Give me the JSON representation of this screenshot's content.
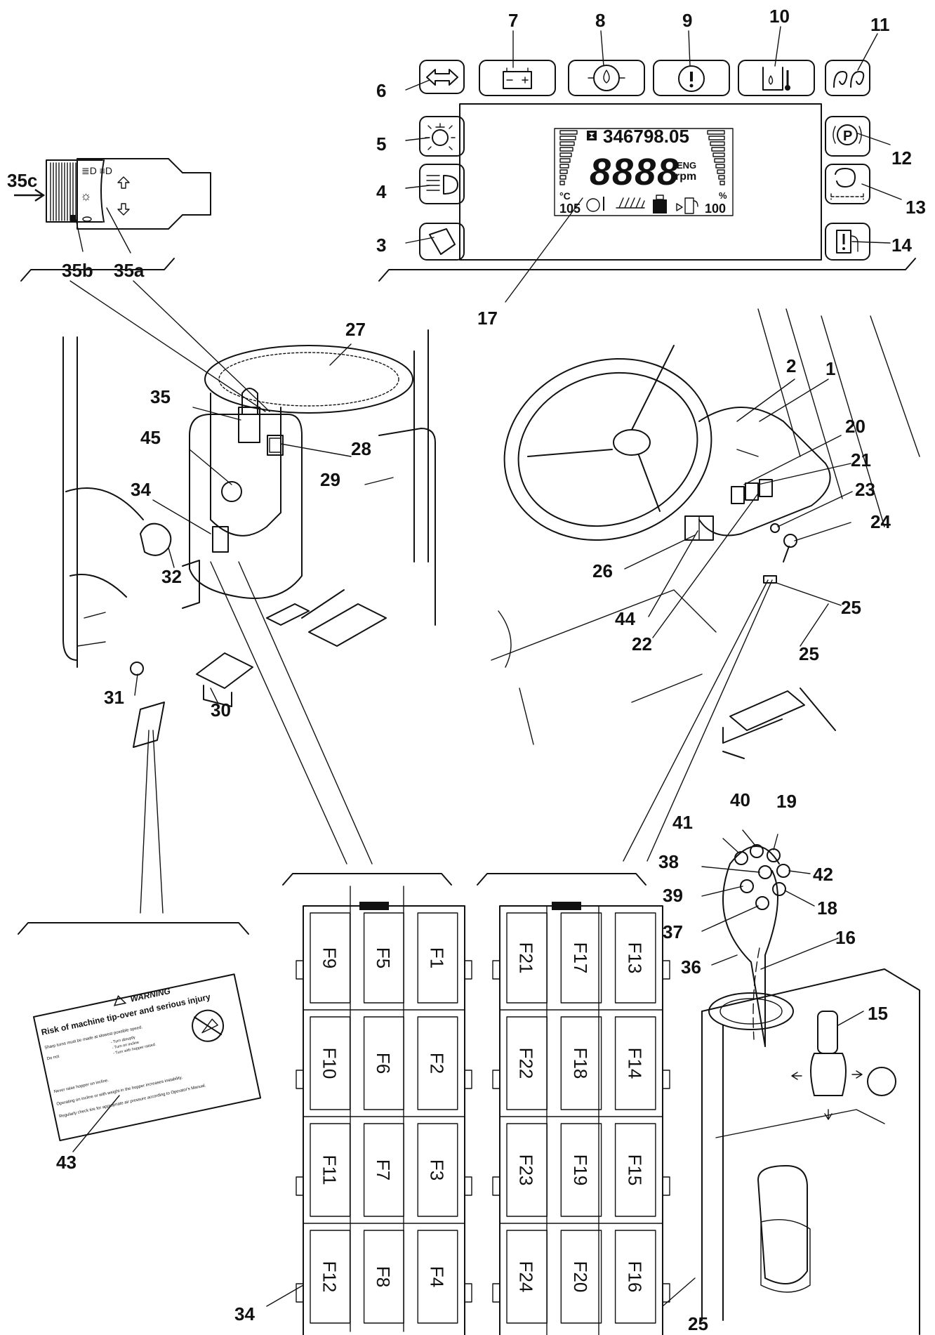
{
  "callouts": [
    {
      "id": "c1",
      "text": "1"
    },
    {
      "id": "c2",
      "text": "2"
    },
    {
      "id": "c3",
      "text": "3"
    },
    {
      "id": "c4",
      "text": "4"
    },
    {
      "id": "c5",
      "text": "5"
    },
    {
      "id": "c6",
      "text": "6"
    },
    {
      "id": "c7",
      "text": "7"
    },
    {
      "id": "c8",
      "text": "8"
    },
    {
      "id": "c9",
      "text": "9"
    },
    {
      "id": "c10",
      "text": "10"
    },
    {
      "id": "c11",
      "text": "11"
    },
    {
      "id": "c12",
      "text": "12"
    },
    {
      "id": "c13",
      "text": "13"
    },
    {
      "id": "c14",
      "text": "14"
    },
    {
      "id": "c15",
      "text": "15"
    },
    {
      "id": "c16",
      "text": "16"
    },
    {
      "id": "c17",
      "text": "17"
    },
    {
      "id": "c18",
      "text": "18"
    },
    {
      "id": "c19",
      "text": "19"
    },
    {
      "id": "c20",
      "text": "20"
    },
    {
      "id": "c21",
      "text": "21"
    },
    {
      "id": "c22",
      "text": "22"
    },
    {
      "id": "c23",
      "text": "23"
    },
    {
      "id": "c24",
      "text": "24"
    },
    {
      "id": "c25a",
      "text": "25"
    },
    {
      "id": "c25b",
      "text": "25"
    },
    {
      "id": "c26",
      "text": "26"
    },
    {
      "id": "c27",
      "text": "27"
    },
    {
      "id": "c28",
      "text": "28"
    },
    {
      "id": "c29",
      "text": "29"
    },
    {
      "id": "c30",
      "text": "30"
    },
    {
      "id": "c31",
      "text": "31"
    },
    {
      "id": "c32",
      "text": "32"
    },
    {
      "id": "c33",
      "text": "33"
    },
    {
      "id": "c34a",
      "text": "34"
    },
    {
      "id": "c34b",
      "text": "34"
    },
    {
      "id": "c35",
      "text": "35"
    },
    {
      "id": "c35a",
      "text": "35a"
    },
    {
      "id": "c35b",
      "text": "35b"
    },
    {
      "id": "c35c",
      "text": "35c"
    },
    {
      "id": "c36",
      "text": "36"
    },
    {
      "id": "c37",
      "text": "37"
    },
    {
      "id": "c38",
      "text": "38"
    },
    {
      "id": "c39",
      "text": "39"
    },
    {
      "id": "c40",
      "text": "40"
    },
    {
      "id": "c41",
      "text": "41"
    },
    {
      "id": "c42",
      "text": "42"
    },
    {
      "id": "c43",
      "text": "43"
    },
    {
      "id": "c44",
      "text": "44"
    },
    {
      "id": "c45",
      "text": "45"
    }
  ],
  "display": {
    "hour_meter": "346798.05",
    "rpm_digits": "8888",
    "rpm_unit_top": "ENG",
    "rpm_unit_bottom": "rpm",
    "temp_unit": "°C",
    "temp_value": "105",
    "fuel_unit": "%",
    "fuel_value": "100"
  },
  "fuse_box_left": {
    "columns": [
      [
        "F9",
        "F10",
        "F11",
        "F12"
      ],
      [
        "F5",
        "F6",
        "F7",
        "F8"
      ],
      [
        "F1",
        "F2",
        "F3",
        "F4"
      ]
    ]
  },
  "fuse_box_right": {
    "columns": [
      [
        "F21",
        "F22",
        "F23",
        "F24"
      ],
      [
        "F17",
        "F18",
        "F19",
        "F20"
      ],
      [
        "F13",
        "F14",
        "F15",
        "F16"
      ]
    ]
  },
  "warning_decal": {
    "heading": "WARNING",
    "title": "Risk of machine tip-over and serious injury",
    "line1": "Sharp turns must be made at slowest possible speed.",
    "do_not": "Do not",
    "bullet1": "- Turn abruptly",
    "bullet2": "- Turn on incline",
    "bullet3": "- Turn with hopper raised",
    "line2": "Never raise hopper on incline.",
    "line3": "Operating on incline or with weight in the hopper increases instability.",
    "line4": "Regularly check tire for appropriate air pressure according to Operator's Manual."
  },
  "colors": {
    "ink": "#111111",
    "paper": "#ffffff"
  }
}
